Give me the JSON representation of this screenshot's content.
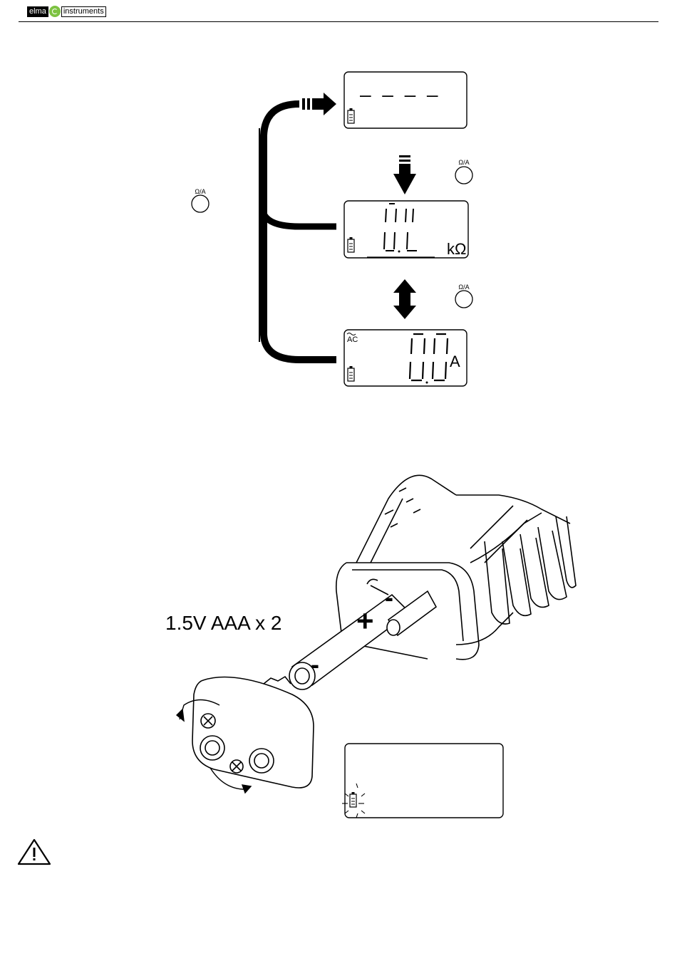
{
  "header": {
    "brand_left": "elma",
    "brand_right": "instruments"
  },
  "figure1": {
    "button_label": "Ω/A",
    "display1_reading": "– – – –",
    "display2_unit": "kΩ",
    "display3_mode": "AC",
    "display3_unit": "A"
  },
  "figure2": {
    "battery_spec": "1.5V  AAA x 2",
    "plus_sign": "+",
    "minus_sign": "-"
  },
  "icons": {
    "warning": "warning-triangle-icon",
    "battery": "battery-icon"
  }
}
